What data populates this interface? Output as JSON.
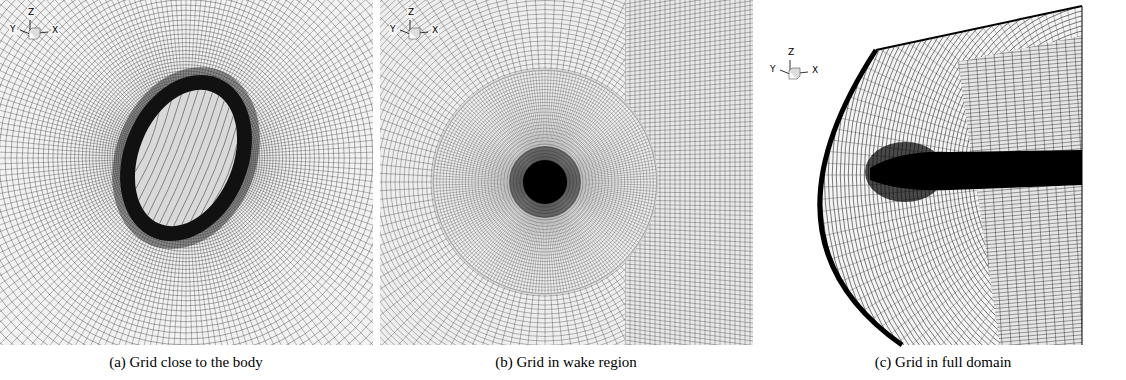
{
  "diagram": {
    "labels": [
      "Z",
      "Y",
      "X",
      "Z",
      "Y",
      "X",
      "Z",
      "Y",
      "X",
      "(a) Grid close to the body",
      "(b) Grid in wake region",
      "(c) Grid in full domain"
    ]
  }
}
